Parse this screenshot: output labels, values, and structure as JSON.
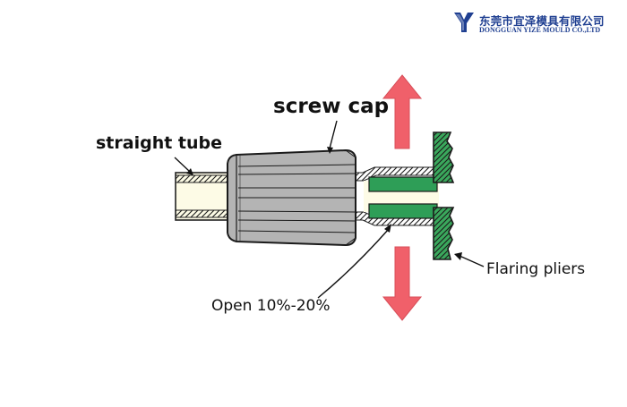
{
  "header": {
    "company_cn": "东莞市宜泽模具有限公司",
    "company_en": "DONGGUAN YIZE MOULD CO.,LTD",
    "logo_icon": "yize-logo-mark",
    "brand_color": "#1f3f91"
  },
  "diagram": {
    "labels": {
      "screw_cap": "screw cap",
      "straight_tube": "straight tube",
      "open_range": "Open 10%-20%",
      "flaring_pliers": "Flaring pliers"
    },
    "colors": {
      "tube_fill": "#fdfbe6",
      "cap_fill": "#b4b4b4",
      "jaw_fill": "#2e9e57",
      "pliers_fill": "#3aa85c",
      "arrow_fill": "#f0606a"
    },
    "arrows": [
      "arrow-up",
      "arrow-down"
    ]
  }
}
